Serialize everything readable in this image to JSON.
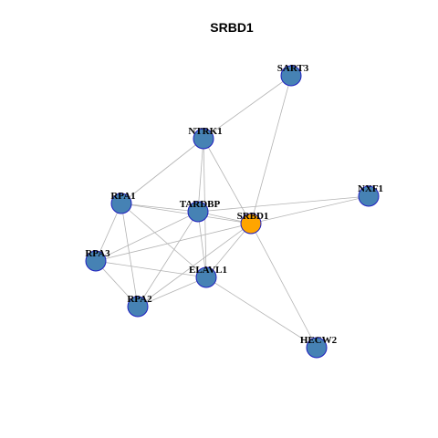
{
  "title": "SRBD1",
  "colors": {
    "default_node": "#4682B4",
    "focus_node": "#FFA500",
    "node_border": "#1F1FBF",
    "edge": "#B3B3B3"
  },
  "nodes": [
    {
      "id": "SART3",
      "label": "SART3",
      "focus": false
    },
    {
      "id": "NTRK1",
      "label": "NTRK1",
      "focus": false
    },
    {
      "id": "NXF1",
      "label": "NXF1",
      "focus": false
    },
    {
      "id": "RPA1",
      "label": "RPA1",
      "focus": false
    },
    {
      "id": "TARDBP",
      "label": "TARDBP",
      "focus": false
    },
    {
      "id": "SRBD1",
      "label": "SRBD1",
      "focus": true
    },
    {
      "id": "RPA3",
      "label": "RPA3",
      "focus": false
    },
    {
      "id": "ELAVL1",
      "label": "ELAVL1",
      "focus": false
    },
    {
      "id": "RPA2",
      "label": "RPA2",
      "focus": false
    },
    {
      "id": "HECW2",
      "label": "HECW2",
      "focus": false
    }
  ],
  "edges": [
    [
      "SART3",
      "NTRK1"
    ],
    [
      "SART3",
      "SRBD1"
    ],
    [
      "NTRK1",
      "RPA1"
    ],
    [
      "NTRK1",
      "TARDBP"
    ],
    [
      "NTRK1",
      "SRBD1"
    ],
    [
      "NTRK1",
      "ELAVL1"
    ],
    [
      "NXF1",
      "TARDBP"
    ],
    [
      "NXF1",
      "SRBD1"
    ],
    [
      "RPA1",
      "TARDBP"
    ],
    [
      "RPA1",
      "SRBD1"
    ],
    [
      "RPA1",
      "RPA3"
    ],
    [
      "RPA1",
      "RPA2"
    ],
    [
      "RPA1",
      "ELAVL1"
    ],
    [
      "TARDBP",
      "SRBD1"
    ],
    [
      "TARDBP",
      "RPA3"
    ],
    [
      "TARDBP",
      "RPA2"
    ],
    [
      "TARDBP",
      "ELAVL1"
    ],
    [
      "SRBD1",
      "RPA3"
    ],
    [
      "SRBD1",
      "ELAVL1"
    ],
    [
      "SRBD1",
      "RPA2"
    ],
    [
      "SRBD1",
      "HECW2"
    ],
    [
      "RPA3",
      "ELAVL1"
    ],
    [
      "RPA3",
      "RPA2"
    ],
    [
      "ELAVL1",
      "RPA2"
    ],
    [
      "ELAVL1",
      "HECW2"
    ]
  ]
}
